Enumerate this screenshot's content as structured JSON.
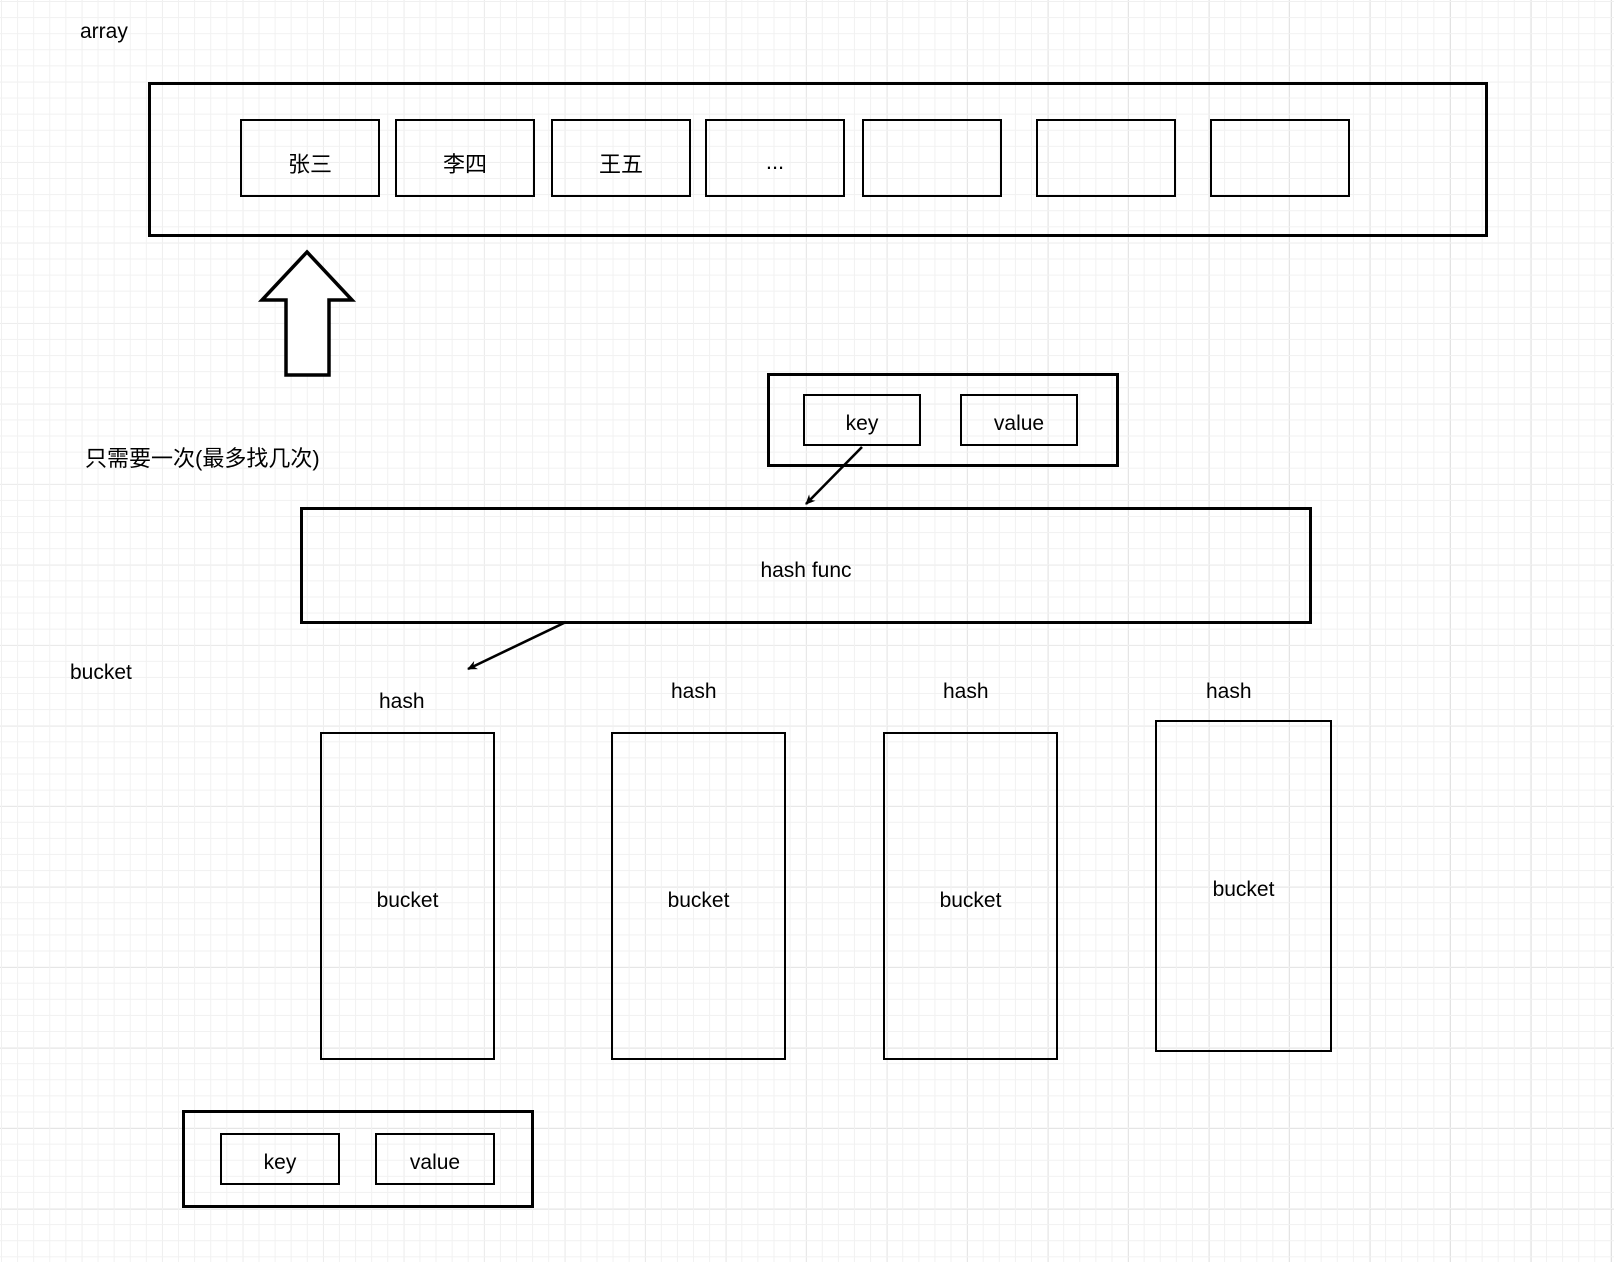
{
  "diagram": {
    "title": "hash map structure diagram",
    "background": {
      "grid": true,
      "minor_color": "#f1f1f1",
      "major_color": "#d7d7d7",
      "page_color": "#ffffff"
    },
    "stroke_color": "#000000"
  },
  "labels": {
    "array": "array",
    "note_once": "只需要一次(最多找几次)",
    "bucket_group": "bucket"
  },
  "array_section": {
    "label": "array",
    "cells": [
      {
        "text": "张三"
      },
      {
        "text": "李四"
      },
      {
        "text": "王五"
      },
      {
        "text": "..."
      },
      {
        "text": ""
      },
      {
        "text": ""
      },
      {
        "text": ""
      }
    ]
  },
  "kv_top": {
    "key_label": "key",
    "value_label": "value"
  },
  "hash_func": {
    "label": "hash func"
  },
  "buckets": [
    {
      "hash_label": "hash",
      "bucket_label": "bucket"
    },
    {
      "hash_label": "hash",
      "bucket_label": "bucket"
    },
    {
      "hash_label": "hash",
      "bucket_label": "bucket"
    },
    {
      "hash_label": "hash",
      "bucket_label": "bucket"
    }
  ],
  "kv_bottom": {
    "key_label": "key",
    "value_label": "value"
  }
}
